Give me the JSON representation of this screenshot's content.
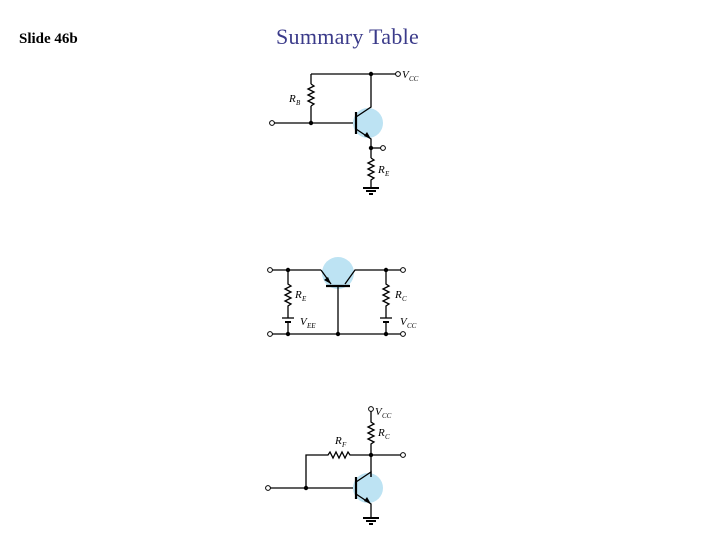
{
  "slide": {
    "label": "Slide 46b",
    "title": "Summary Table"
  },
  "circuits": {
    "top": {
      "vcc": {
        "main": "V",
        "sub": "CC"
      },
      "rb": {
        "main": "R",
        "sub": "B"
      },
      "re": {
        "main": "R",
        "sub": "E"
      }
    },
    "middle": {
      "re": {
        "main": "R",
        "sub": "E"
      },
      "vee": {
        "main": "V",
        "sub": "EE"
      },
      "rc": {
        "main": "R",
        "sub": "C"
      },
      "vcc": {
        "main": "V",
        "sub": "CC"
      }
    },
    "bottom": {
      "vcc": {
        "main": "V",
        "sub": "CC"
      },
      "rf": {
        "main": "R",
        "sub": "F"
      },
      "rc": {
        "main": "R",
        "sub": "C"
      }
    }
  },
  "colors": {
    "title": "#3b3b8a",
    "transistor_highlight": "#bde3f3"
  }
}
